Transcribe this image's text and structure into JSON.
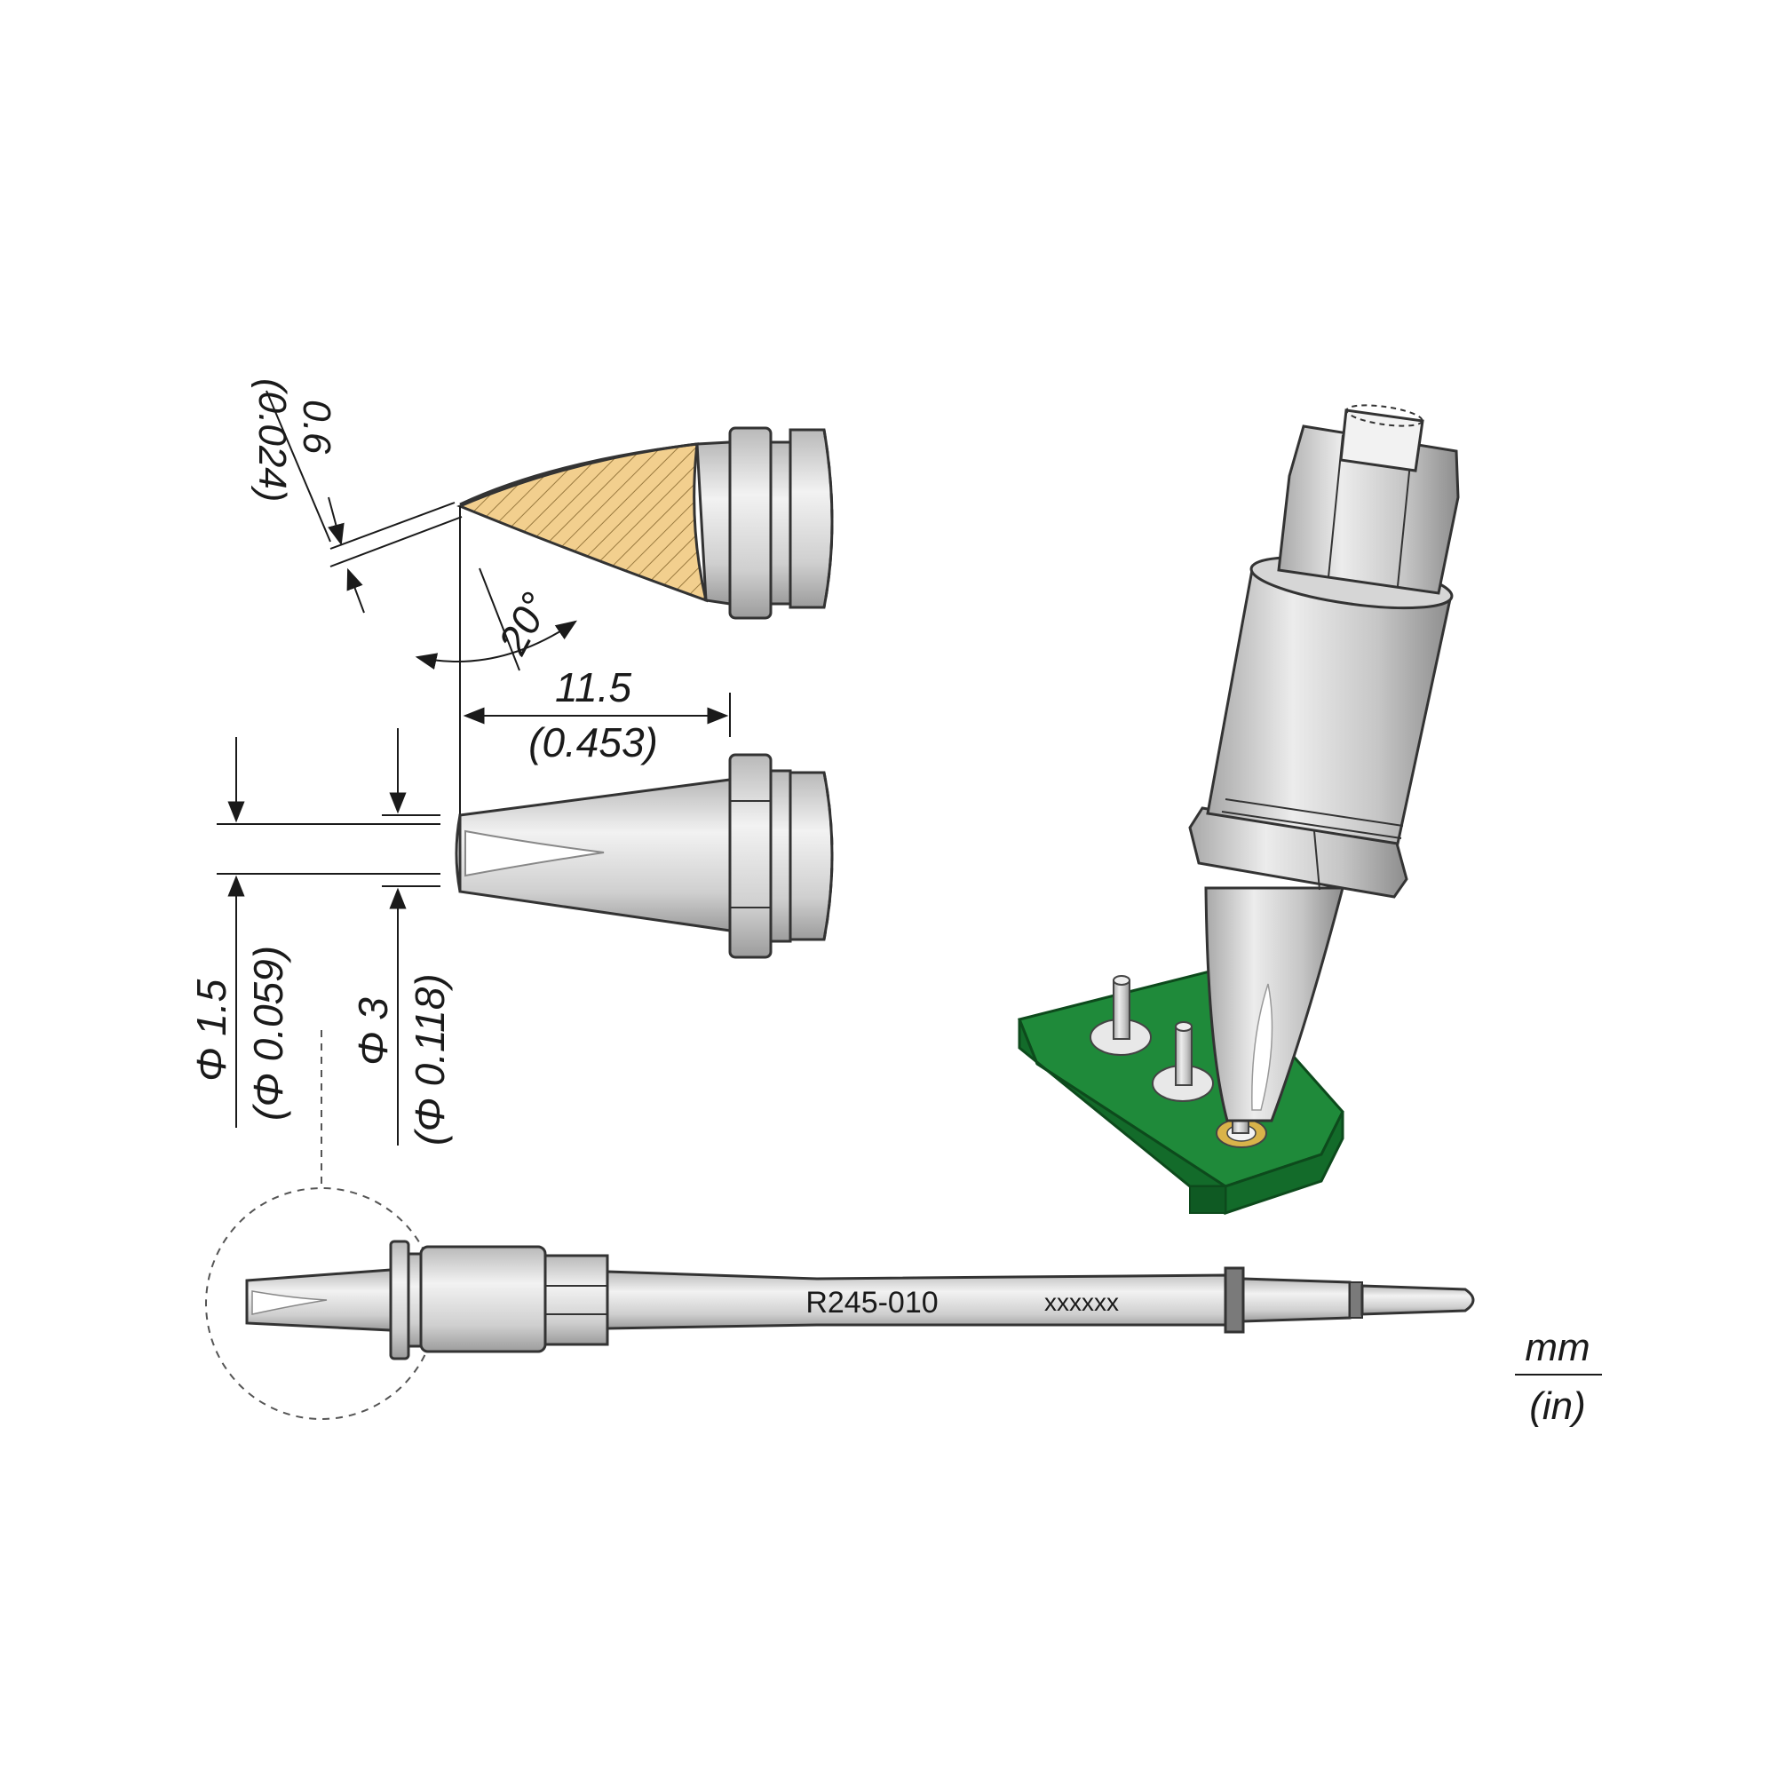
{
  "drawing": {
    "tip_width": "0.6",
    "tip_width_in": "(0.024)",
    "bevel_angle": "20°",
    "length": "11.5",
    "length_in": "(0.453)",
    "inner_diameter": "Φ 1.5",
    "inner_diameter_in": "(Φ 0.059)",
    "outer_diameter": "Φ 3",
    "outer_diameter_in": "(Φ 0.118)",
    "part_number": "R245-010",
    "serial_placeholder": "xxxxxx",
    "unit_primary": "mm",
    "unit_secondary": "(in)"
  },
  "colors": {
    "bevel_fill": "#f2cf8e",
    "metal_light": "#e6e6e6",
    "metal_mid": "#c9c9c9",
    "metal_dark": "#8e8e8e",
    "pcb_green": "#1f8a3a",
    "pcb_green_dark": "#136b2a",
    "solder_ring": "#d9b34a"
  },
  "icons": {
    "tip_3d_view": "soldering-tip-3d-icon",
    "pcb": "pcb-board-icon"
  }
}
